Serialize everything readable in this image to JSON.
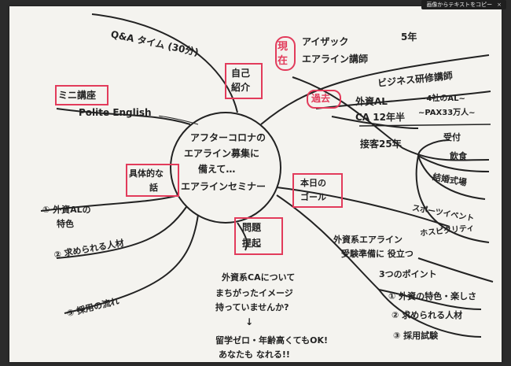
{
  "overlay": {
    "label": "画像からテキストをコピー",
    "close": "×"
  },
  "center": {
    "line1": "アフターコロナの",
    "line2": "エアライン募集に",
    "line3": "備えて…",
    "line4": "エアラインセミナー"
  },
  "qa": "Q&A タイム (30分)",
  "mini": {
    "title": "ミニ講座",
    "sub": "Polite English"
  },
  "intro": {
    "line1": "自己",
    "line2": "紹介"
  },
  "current": {
    "label1": "現",
    "label2": "在",
    "item1": "アイザック",
    "item1b": "5年",
    "item2": "エアライン講師",
    "item3": "ビジネス研修講師"
  },
  "past": {
    "label": "過去",
    "line1": "外資AL",
    "line1b": "~4社のAL~",
    "line2": "CA 12年半",
    "line2b": "~PAX33万人~",
    "line3": "接客25年"
  },
  "service": {
    "s1": "受付",
    "s2": "飲食",
    "s3": "結婚式場",
    "s4": "スポーツイベント",
    "s5": "ホスピタリティ"
  },
  "goal": {
    "line1": "本日の",
    "line2": "ゴール"
  },
  "goalnote": {
    "line1": "外資系エアライン",
    "line2": "受験準備に 役立つ",
    "line3": "3つのポイント"
  },
  "points": {
    "p1": "① 外資の特色・楽しさ",
    "p2": "② 求められる人材",
    "p3": "③ 採用試験"
  },
  "concrete": {
    "line1": "具体的な",
    "line2": "話"
  },
  "left": {
    "i1": "① 外資ALの",
    "i1b": "特色",
    "i2": "② 求められる人材",
    "i3": "③ 採用の流れ"
  },
  "problem": {
    "line1": "問題",
    "line2": "提起"
  },
  "question": {
    "line1": "外資系CAについて",
    "line2": "まちがったイメージ",
    "line3": "持っていませんか?",
    "arrow": "↓",
    "line4": "留学ゼロ・年齢高くてもOK!",
    "line5": "あなたも なれる!!"
  }
}
